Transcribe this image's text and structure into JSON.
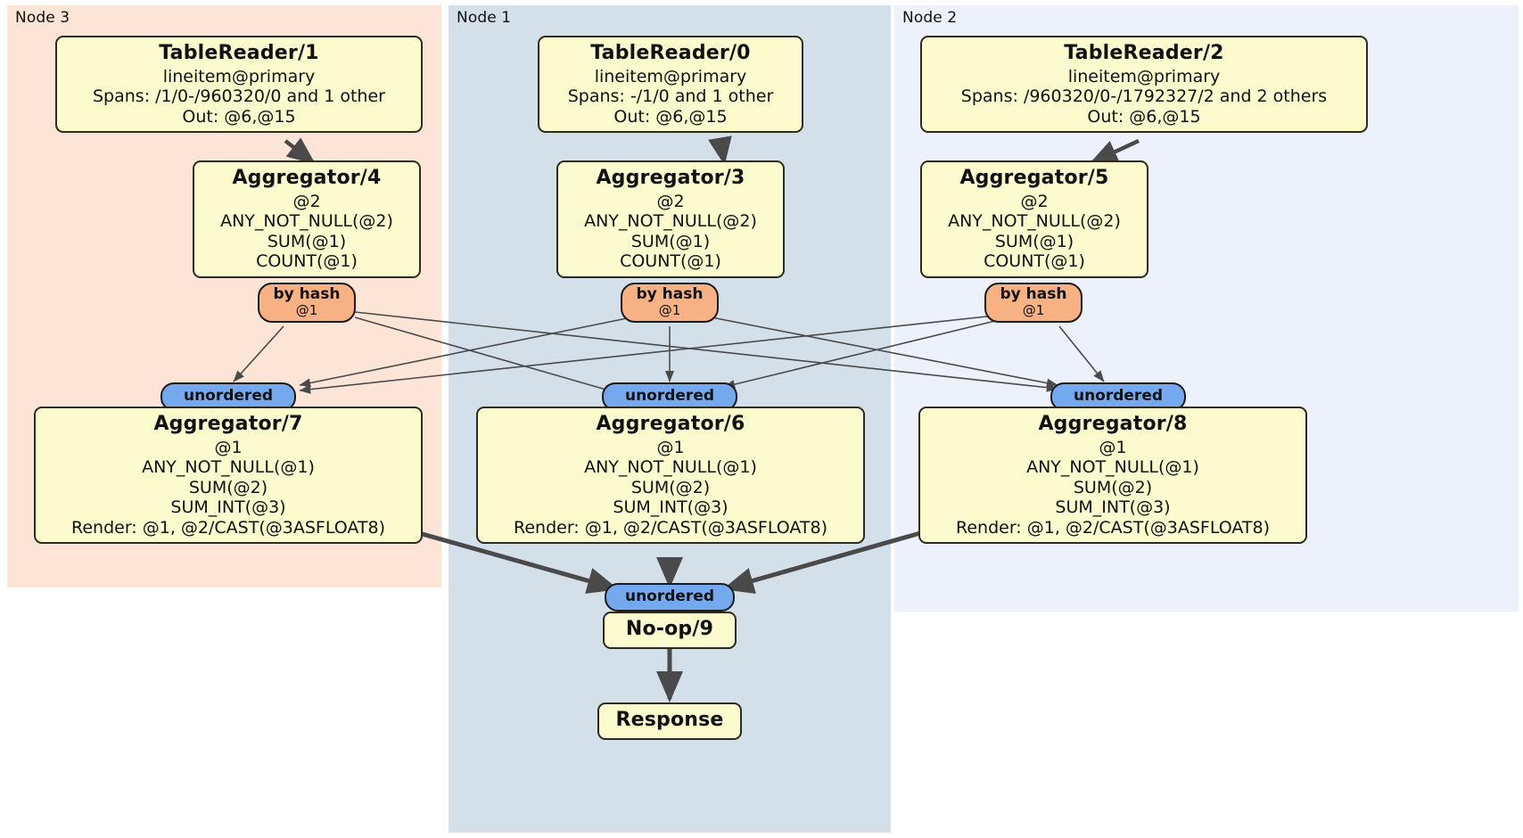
{
  "diagram": {
    "type": "distributed-query-plan",
    "colors": {
      "node3_panel": "#FCE4D6",
      "node1_panel": "#D3E0EA",
      "node2_panel": "#EDF1FB",
      "processor_box": "#FBFBCD",
      "hash_router": "#F7B183",
      "unordered_synchronizer": "#74A9F0",
      "edge": "#4a4a4a"
    },
    "panels": [
      {
        "id": "node3",
        "label": "Node 3"
      },
      {
        "id": "node1",
        "label": "Node 1"
      },
      {
        "id": "node2",
        "label": "Node 2"
      }
    ],
    "boxes": {
      "table_reader_1": {
        "title": "TableReader/1",
        "lines": [
          "lineitem@primary",
          "Spans: /1/0-/960320/0 and 1 other",
          "Out: @6,@15"
        ]
      },
      "table_reader_0": {
        "title": "TableReader/0",
        "lines": [
          "lineitem@primary",
          "Spans: -/1/0 and 1 other",
          "Out: @6,@15"
        ]
      },
      "table_reader_2": {
        "title": "TableReader/2",
        "lines": [
          "lineitem@primary",
          "Spans: /960320/0-/1792327/2 and 2 others",
          "Out: @6,@15"
        ]
      },
      "aggregator_4": {
        "title": "Aggregator/4",
        "lines": [
          "@2",
          "ANY_NOT_NULL(@2)",
          "SUM(@1)",
          "COUNT(@1)"
        ]
      },
      "aggregator_3": {
        "title": "Aggregator/3",
        "lines": [
          "@2",
          "ANY_NOT_NULL(@2)",
          "SUM(@1)",
          "COUNT(@1)"
        ]
      },
      "aggregator_5": {
        "title": "Aggregator/5",
        "lines": [
          "@2",
          "ANY_NOT_NULL(@2)",
          "SUM(@1)",
          "COUNT(@1)"
        ]
      },
      "aggregator_7": {
        "title": "Aggregator/7",
        "lines": [
          "@1",
          "ANY_NOT_NULL(@1)",
          "SUM(@2)",
          "SUM_INT(@3)",
          "Render: @1, @2/CAST(@3ASFLOAT8)"
        ]
      },
      "aggregator_6": {
        "title": "Aggregator/6",
        "lines": [
          "@1",
          "ANY_NOT_NULL(@1)",
          "SUM(@2)",
          "SUM_INT(@3)",
          "Render: @1, @2/CAST(@3ASFLOAT8)"
        ]
      },
      "aggregator_8": {
        "title": "Aggregator/8",
        "lines": [
          "@1",
          "ANY_NOT_NULL(@1)",
          "SUM(@2)",
          "SUM_INT(@3)",
          "Render: @1, @2/CAST(@3ASFLOAT8)"
        ]
      },
      "noop_9": {
        "title": "No-op/9",
        "lines": []
      },
      "response": {
        "title": "Response",
        "lines": []
      }
    },
    "routers": {
      "hash_4": {
        "label": "by hash",
        "sub": "@1"
      },
      "hash_3": {
        "label": "by hash",
        "sub": "@1"
      },
      "hash_5": {
        "label": "by hash",
        "sub": "@1"
      }
    },
    "synchronizers": {
      "unordered_7": {
        "label": "unordered"
      },
      "unordered_6": {
        "label": "unordered"
      },
      "unordered_8": {
        "label": "unordered"
      },
      "unordered_9": {
        "label": "unordered"
      }
    }
  }
}
